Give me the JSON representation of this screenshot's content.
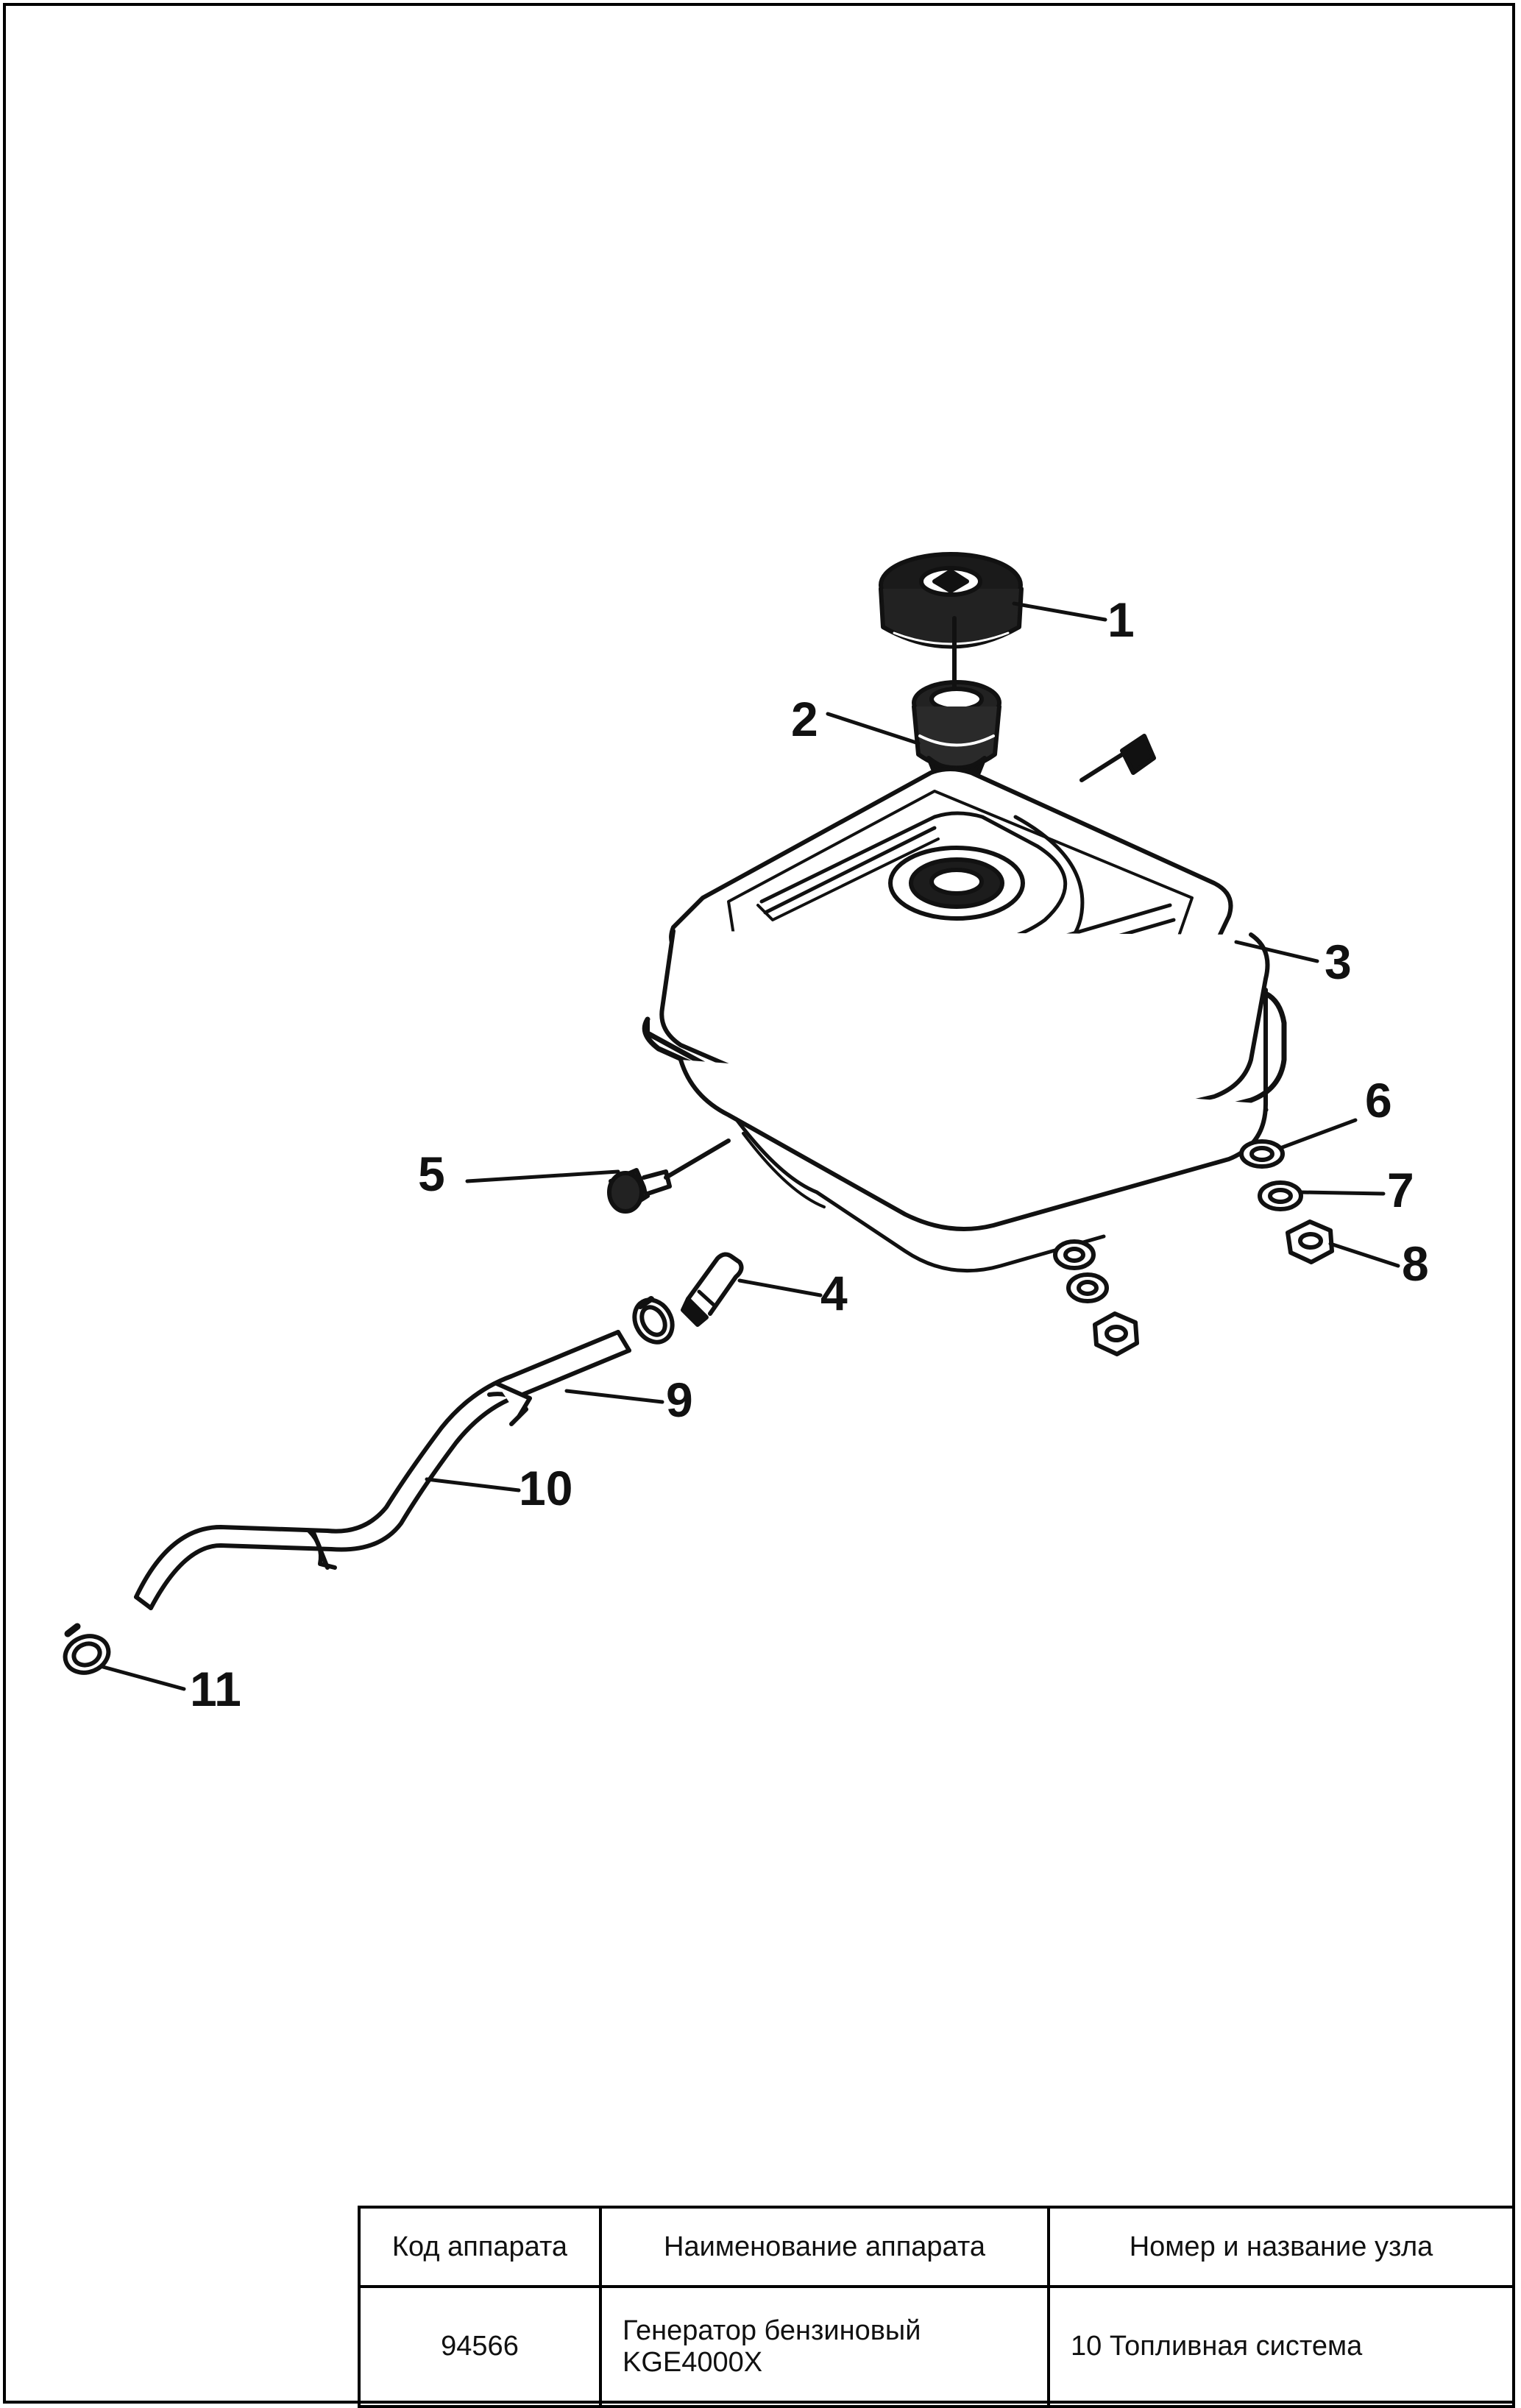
{
  "callouts": [
    "1",
    "2",
    "3",
    "4",
    "5",
    "6",
    "7",
    "8",
    "9",
    "10",
    "11"
  ],
  "titleblock": {
    "headers": {
      "code": "Код аппарата",
      "name": "Наименование аппарата",
      "unit": "Номер и название узла"
    },
    "values": {
      "code": "94566",
      "name_line1": "Генератор бензиновый",
      "name_line2": "KGE4000X",
      "unit": "10 Топливная система"
    }
  }
}
